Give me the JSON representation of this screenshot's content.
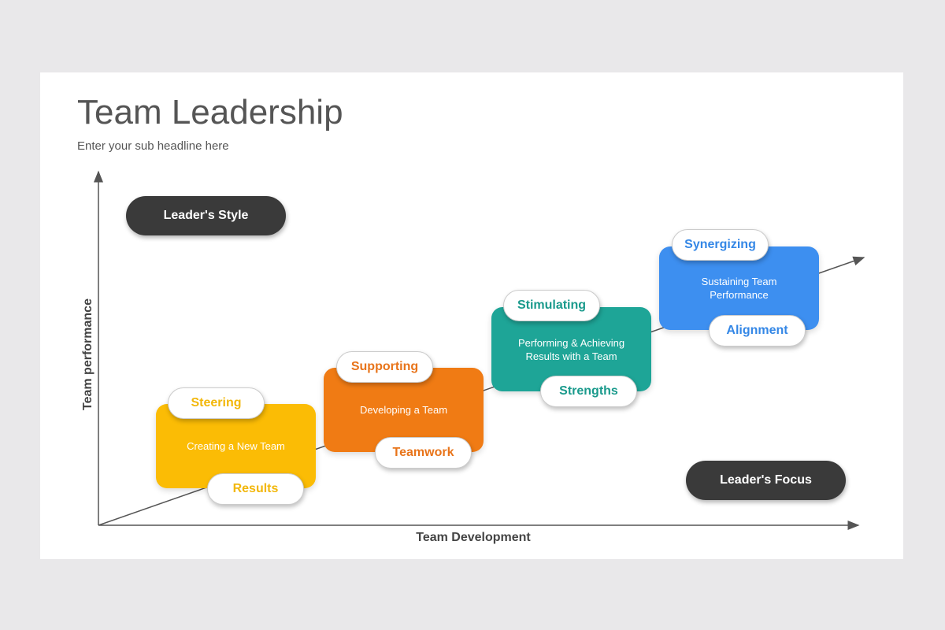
{
  "title": "Team Leadership",
  "subtitle": "Enter your sub headline here",
  "axes": {
    "y_label": "Team performance",
    "x_label": "Team Development"
  },
  "leader_style": "Leader's Style",
  "leader_focus": "Leader's Focus",
  "stages": [
    {
      "label": "Creating a New Team",
      "top": "Steering",
      "bottom": "Results",
      "color": "#FBBC05"
    },
    {
      "label": "Developing a Team",
      "top": "Supporting",
      "bottom": "Teamwork",
      "color": "#F07B14"
    },
    {
      "label": "Performing & Achieving Results with a Team",
      "top": "Stimulating",
      "bottom": "Strengths",
      "color": "#1EA597"
    },
    {
      "label": "Sustaining Team Performance",
      "top": "Synergizing",
      "bottom": "Alignment",
      "color": "#3D8FF0"
    }
  ]
}
